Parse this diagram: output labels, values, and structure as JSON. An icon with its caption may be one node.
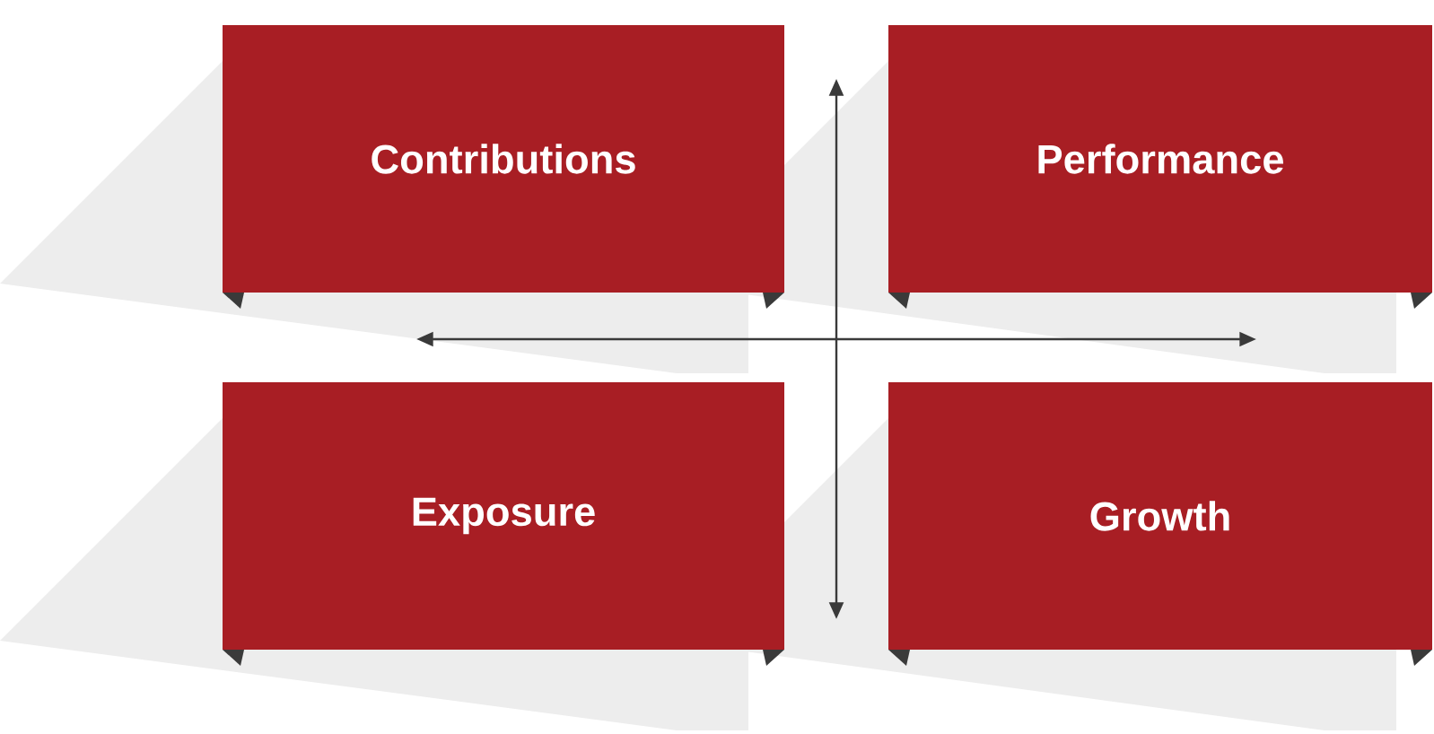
{
  "diagram": {
    "nodes": [
      {
        "text": [
          "Contributions"
        ]
      },
      {
        "text": [
          "Performance"
        ]
      },
      {
        "text": [
          "Exposure"
        ]
      },
      {
        "text": [
          "Growth"
        ]
      }
    ]
  }
}
